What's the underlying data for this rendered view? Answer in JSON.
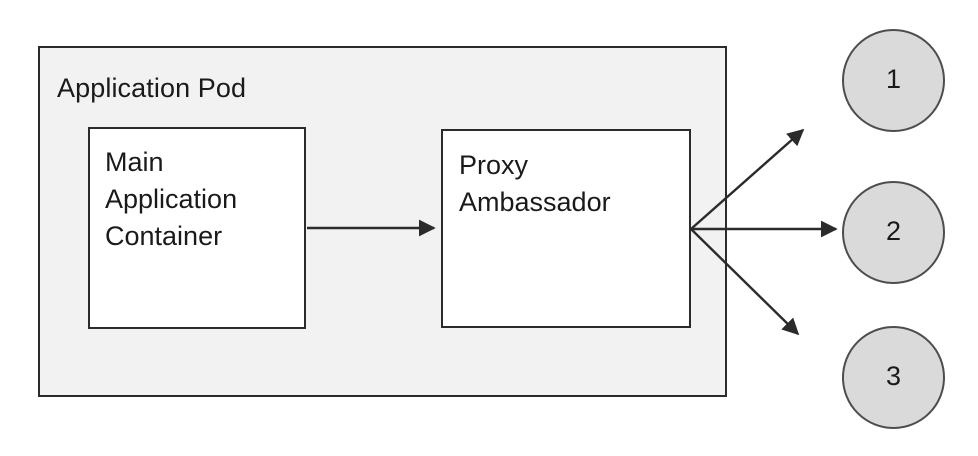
{
  "diagram": {
    "title_visible": false,
    "pod": {
      "label": "Application Pod",
      "fill": "#f2f2f2",
      "stroke": "#2b2b2b"
    },
    "boxes": [
      {
        "id": "main-application-container",
        "label": "Main\nApplication\nContainer",
        "fill": "#ffffff",
        "stroke": "#2b2b2b"
      },
      {
        "id": "proxy-ambassador",
        "label": "Proxy\nAmbassador",
        "fill": "#ffffff",
        "stroke": "#2b2b2b"
      }
    ],
    "nodes": [
      {
        "id": "node-1",
        "label": "1",
        "fill": "#dadada",
        "stroke": "#4d4d4d"
      },
      {
        "id": "node-2",
        "label": "2",
        "fill": "#dadada",
        "stroke": "#4d4d4d"
      },
      {
        "id": "node-3",
        "label": "3",
        "fill": "#dadada",
        "stroke": "#4d4d4d"
      }
    ],
    "connections": [
      {
        "id": "main-to-proxy",
        "from": "main-application-container",
        "to": "proxy-ambassador",
        "style": "solid",
        "arrow": "single"
      },
      {
        "id": "proxy-to-node-1",
        "from": "proxy-ambassador",
        "to": "node-1",
        "style": "solid",
        "arrow": "single"
      },
      {
        "id": "proxy-to-node-2",
        "from": "proxy-ambassador",
        "to": "node-2",
        "style": "solid",
        "arrow": "single"
      },
      {
        "id": "proxy-to-node-3",
        "from": "proxy-ambassador",
        "to": "node-3",
        "style": "solid",
        "arrow": "single"
      }
    ],
    "colors": {
      "background": "#ffffff",
      "line": "#2b2b2b",
      "text": "#1a1a1a"
    }
  }
}
